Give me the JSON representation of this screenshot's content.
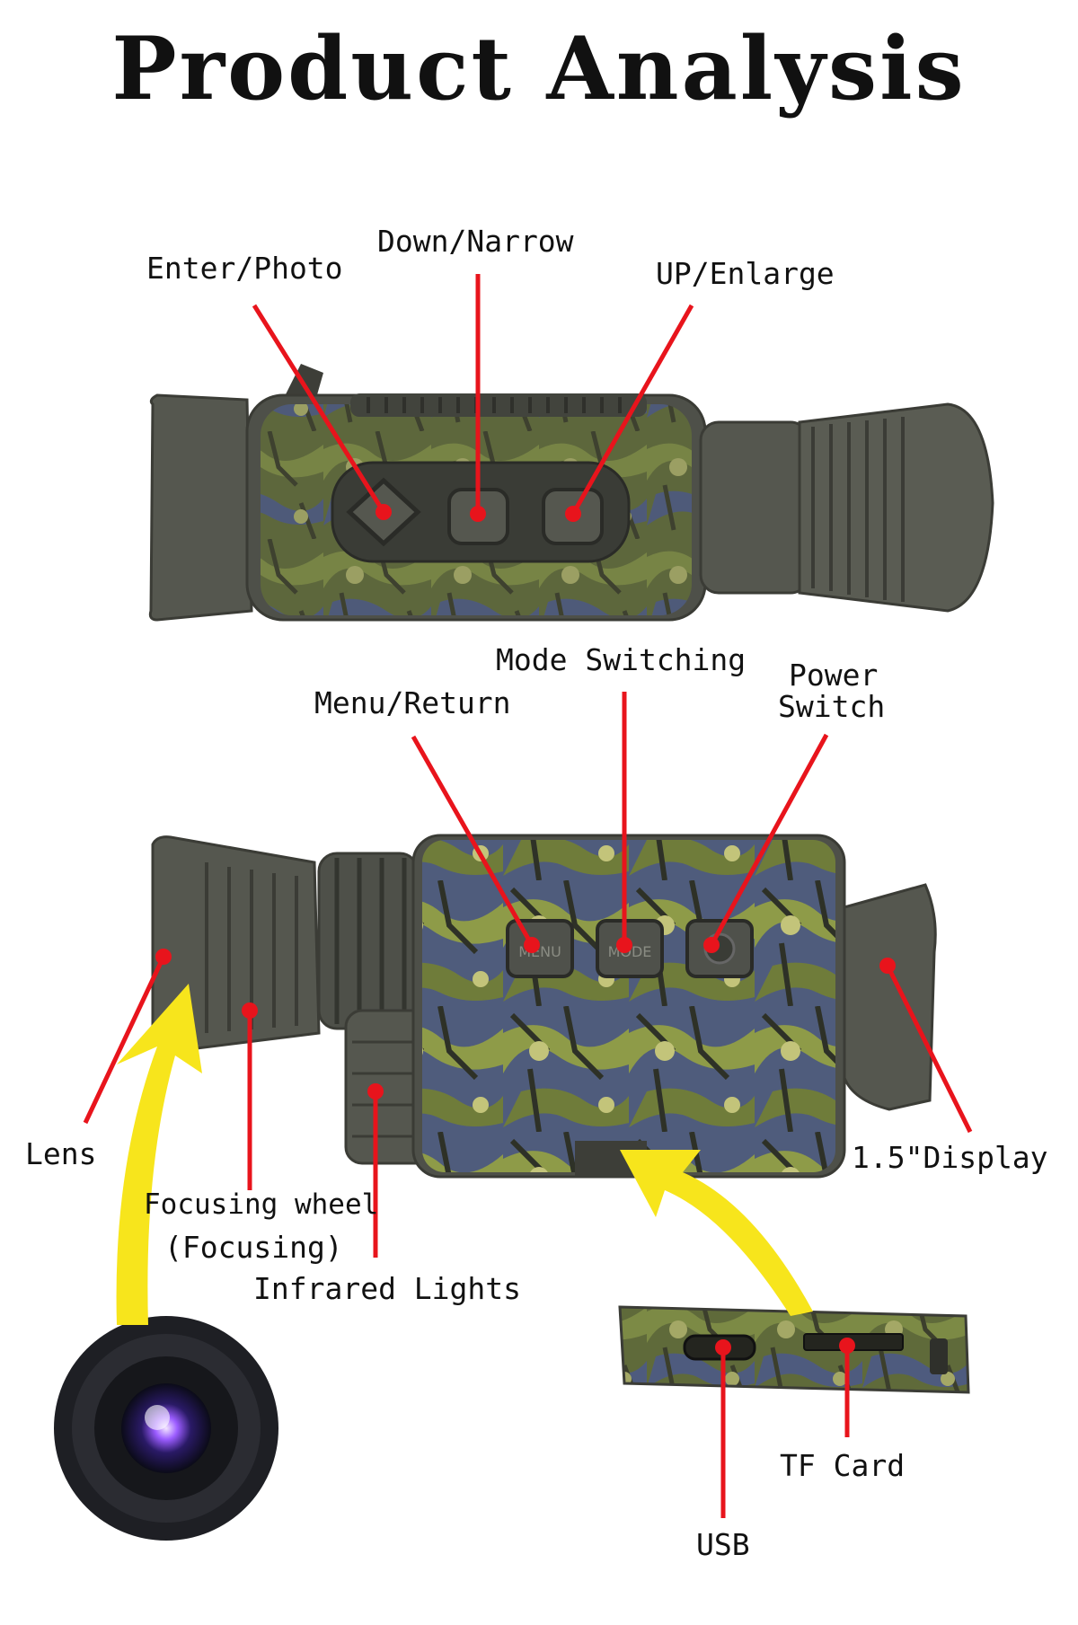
{
  "title": "Product Analysis",
  "labels": {
    "enter_photo": "Enter/Photo",
    "down_narrow": "Down/Narrow",
    "up_enlarge": "UP/Enlarge",
    "mode_switching": "Mode Switching",
    "menu_return": "Menu/Return",
    "power_switch_1": "Power",
    "power_switch_2": "Switch",
    "lens": "Lens",
    "focusing_wheel_1": "Focusing wheel",
    "focusing_wheel_2": "(Focusing)",
    "infrared_lights": "Infrared Lights",
    "display": "1.5\"Display",
    "tf_card": "TF Card",
    "usb": "USB"
  },
  "button_marks": {
    "menu": "MENU",
    "mode": "MODE"
  },
  "colors": {
    "pointer": "#e8141c",
    "arrow": "#f7e51c",
    "body_dark": "#4a4c43",
    "rubber": "#55574f",
    "camo_green": "#6f7a3e",
    "camo_blue": "#5d6b8a"
  }
}
